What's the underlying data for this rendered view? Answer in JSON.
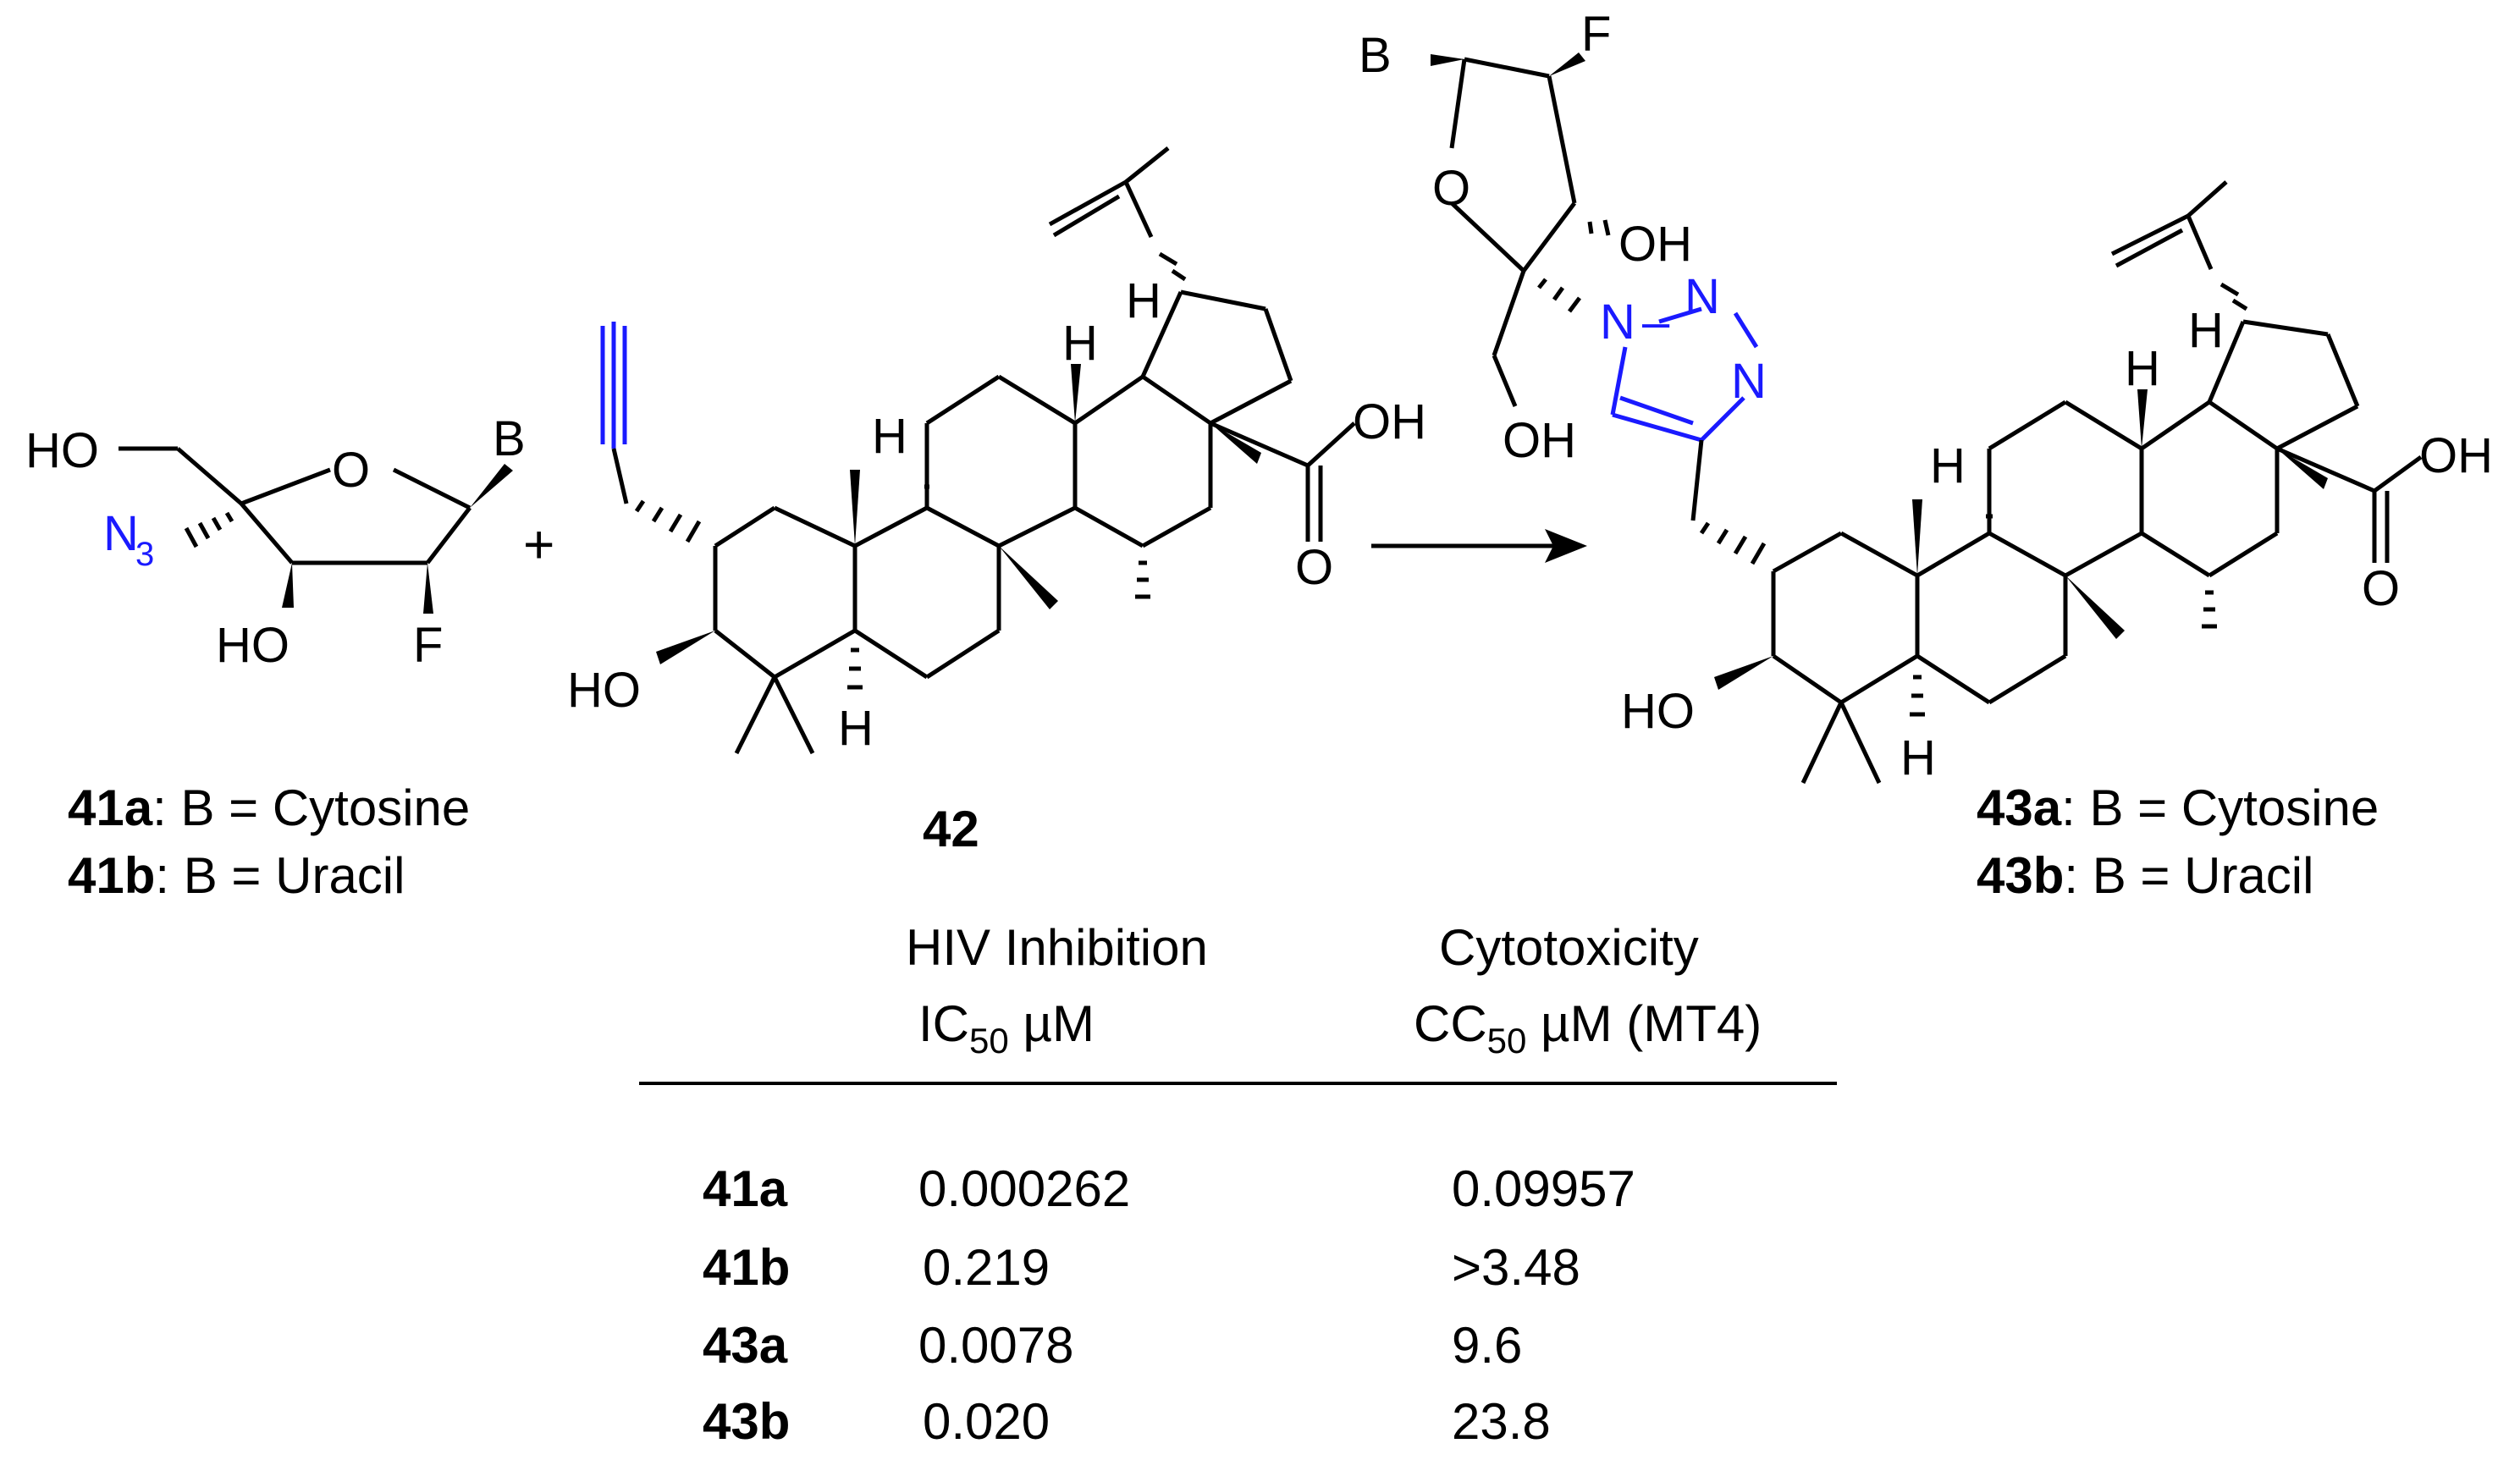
{
  "compounds": {
    "c41": {
      "line1_id": "41a",
      "line1_text": ": B = Cytosine",
      "line2_id": "41b",
      "line2_text": ": B = Uracil"
    },
    "c42": {
      "id": "42"
    },
    "c43": {
      "line1_id": "43a",
      "line1_text": ": B = Cytosine",
      "line2_id": "43b",
      "line2_text": ": B = Uracil"
    }
  },
  "atoms": {
    "ho": "HO",
    "oh": "OH",
    "o": "O",
    "b": "B",
    "f": "F",
    "h": "H",
    "n": "N",
    "n3_main": "N",
    "n3_sub": "3",
    "n1": "N–N",
    "plus": "+"
  },
  "table": {
    "col1": {
      "line1": "HIV Inhibition",
      "line2_main": "IC",
      "line2_sub": "50",
      "line2_rest": " µM"
    },
    "col2": {
      "line1": "Cytotoxicity",
      "line2_main": "CC",
      "line2_sub": "50",
      "line2_rest": " µM (MT4)"
    },
    "rows": [
      {
        "id": "41a",
        "ic50": "0.000262",
        "cc50": "0.09957"
      },
      {
        "id": "41b",
        "ic50": "0.219",
        "cc50": ">3.48"
      },
      {
        "id": "43a",
        "ic50": "0.0078",
        "cc50": "9.6"
      },
      {
        "id": "43b",
        "ic50": "0.020",
        "cc50": "23.8"
      }
    ]
  },
  "colors": {
    "ink": "#000000",
    "highlight": "#1a1aff"
  }
}
